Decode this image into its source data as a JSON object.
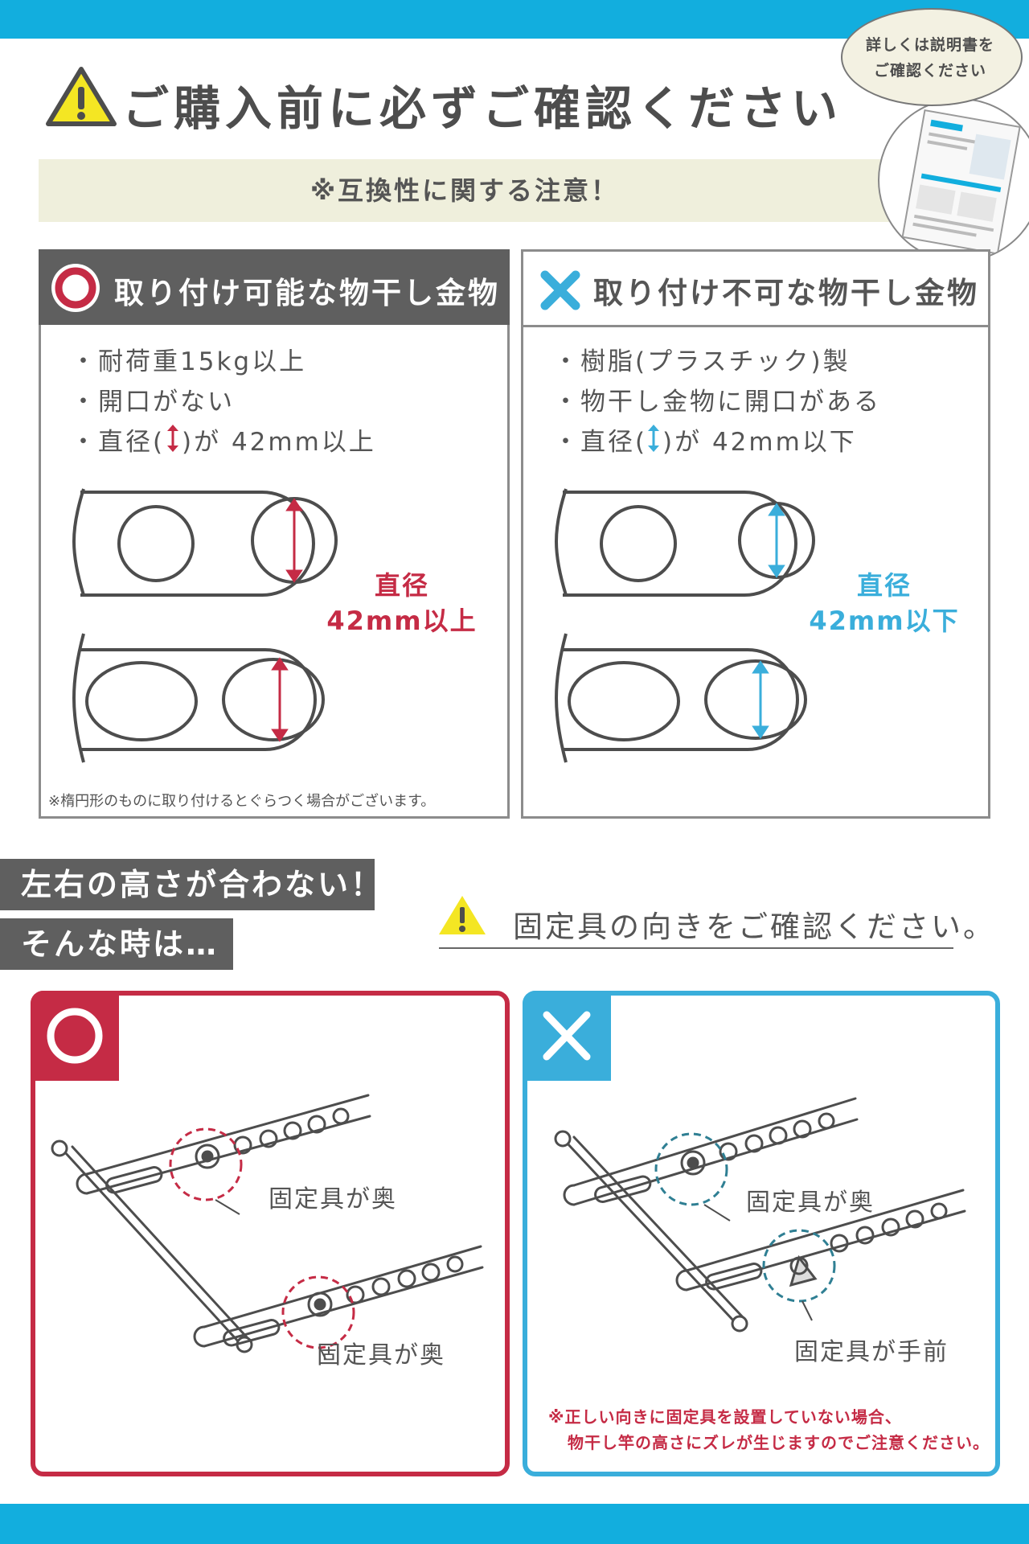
{
  "header": {
    "title": "ご購入前に必ずご確認ください",
    "subtitle": "※互換性に関する注意！",
    "bubble_lines": [
      "詳しくは説明書を",
      "ご確認ください"
    ]
  },
  "ok_card": {
    "title": "取り付け可能な物干し金物",
    "bullets": [
      "・耐荷重15kg以上",
      "・開口がない",
      "・直径(",
      ")が 42mm以上"
    ],
    "diameter_label": [
      "直径",
      "42mm以上"
    ],
    "footnote": "※楕円形のものに取り付けるとぐらつく場合がございます。"
  },
  "ng_card": {
    "title": "取り付け不可な物干し金物",
    "bullets": [
      "・樹脂(プラスチック)製",
      "・物干し金物に開口がある",
      "・直径(",
      ")が 42mm以下"
    ],
    "diameter_label": [
      "直径",
      "42mm以下"
    ]
  },
  "height_section": {
    "tag1": "左右の高さが合わない！",
    "tag2": "そんな時は…",
    "orientation_text": "固定具の向きをご確認ください。"
  },
  "ok_panel": {
    "callout_top": "固定具が奥",
    "callout_bottom": "固定具が奥"
  },
  "ng_panel": {
    "callout_top": "固定具が奥",
    "callout_bottom": "固定具が手前",
    "warning_lines": [
      "※正しい向きに固定具を設置していない場合、",
      "物干し竿の高さにズレが生じますのでご注意ください。"
    ]
  },
  "colors": {
    "accent_blue": "#12aede",
    "ok_red": "#c52b45",
    "ng_blue": "#3aaedb",
    "dark_gray": "#5f5f5f",
    "notice_band": "#efefdc",
    "warning_yellow": "#f4e623"
  },
  "icons": [
    "warning-icon",
    "ok-circle-icon",
    "ng-cross-icon",
    "manual-thumbnail"
  ]
}
